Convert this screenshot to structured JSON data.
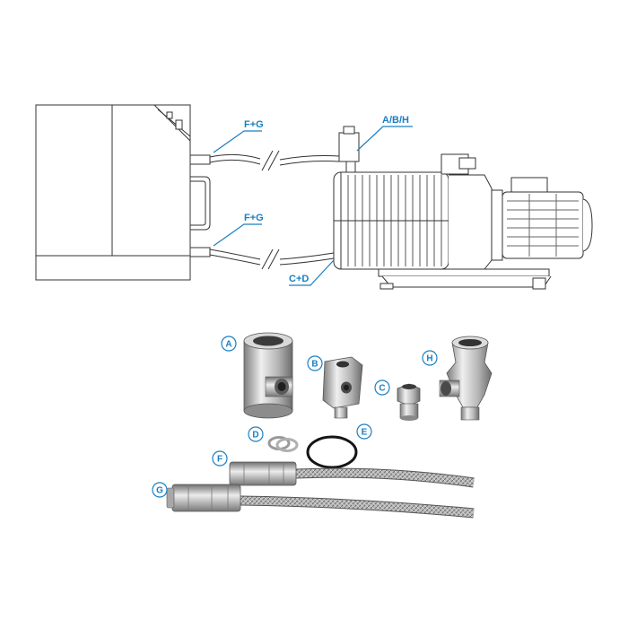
{
  "colors": {
    "accent": "#1a7fc1",
    "line": "#333333",
    "metal_light": "#e4e4e4",
    "metal_dark": "#8a8a8a"
  },
  "diagram": {
    "callouts": {
      "top_hose": "F+G",
      "bottom_hose": "F+G",
      "pump_inlet": "A/B/H",
      "pump_outlet": "C+D"
    }
  },
  "parts": {
    "labels": [
      "A",
      "B",
      "C",
      "D",
      "E",
      "F",
      "G",
      "H"
    ]
  }
}
